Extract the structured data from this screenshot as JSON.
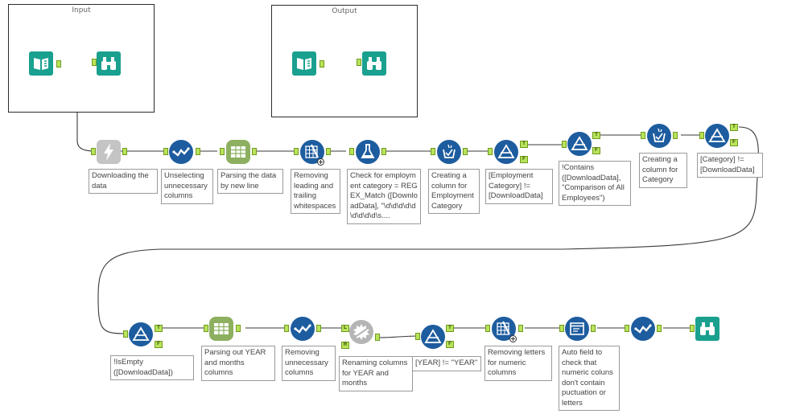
{
  "containers": {
    "input": {
      "title": "Input"
    },
    "output": {
      "title": "Output"
    }
  },
  "tools": {
    "input_data_1": {
      "icon": "book-icon",
      "color": "#1aa08f"
    },
    "browse_1": {
      "icon": "binoculars-icon",
      "color": "#1aa08f"
    },
    "input_data_2": {
      "icon": "book-icon",
      "color": "#1aa08f"
    },
    "browse_2": {
      "icon": "binoculars-icon",
      "color": "#1aa08f"
    },
    "download": {
      "icon": "lightning-icon",
      "color": "#b5b5b5"
    },
    "select_1": {
      "icon": "checkmark-icon",
      "color": "#1d5c9e"
    },
    "text_to_columns_1": {
      "icon": "table-split-icon",
      "color": "#8db060"
    },
    "data_cleansing_1": {
      "icon": "grid-brush-icon",
      "color": "#1d5c9e"
    },
    "formula_1": {
      "icon": "flask-icon",
      "color": "#1d5c9e"
    },
    "multi_field_formula_1": {
      "icon": "formula-cup-icon",
      "color": "#1d5c9e"
    },
    "filter_1": {
      "icon": "filter-triangle-icon",
      "color": "#1d5c9e"
    },
    "filter_2": {
      "icon": "filter-triangle-icon",
      "color": "#1d5c9e"
    },
    "multi_field_formula_2": {
      "icon": "formula-cup-icon",
      "color": "#1d5c9e"
    },
    "filter_3": {
      "icon": "filter-triangle-icon",
      "color": "#1d5c9e"
    },
    "filter_4": {
      "icon": "filter-triangle-icon",
      "color": "#1d5c9e"
    },
    "text_to_columns_2": {
      "icon": "table-split-icon",
      "color": "#8db060"
    },
    "select_2": {
      "icon": "checkmark-icon",
      "color": "#1d5c9e"
    },
    "dynamic_rename": {
      "icon": "gear-saw-icon",
      "color": "#b5b5b5"
    },
    "filter_5": {
      "icon": "filter-triangle-icon",
      "color": "#1d5c9e"
    },
    "data_cleansing_2": {
      "icon": "grid-brush-icon",
      "color": "#1d5c9e"
    },
    "auto_field": {
      "icon": "window-icon",
      "color": "#1d5c9e"
    },
    "select_3": {
      "icon": "checkmark-icon",
      "color": "#1d5c9e"
    },
    "browse_3": {
      "icon": "binoculars-icon",
      "color": "#1aa08f"
    }
  },
  "anchor_labels": {
    "true": "T",
    "false": "F",
    "left": "L",
    "right": "R"
  },
  "annotations": {
    "download": "Downloading the data",
    "select_1": "Unselecting unnecessary columns",
    "text_to_columns_1": "Parsing the data by new line",
    "data_cleansing_1": "Removing leading and trailing whitespaces",
    "formula_1": "Check for employment category = REGEX_Match ([DownloadData], \"\\d\\d\\d\\d\\d\\d\\d\\d\\d\\s....",
    "multi_field_formula_1": "Creating a column for Employment Category",
    "filter_1": "[Employment Category] != [DownloadData]",
    "filter_2": "!Contains ([DownloadData], \"Comparison of All Employees\")",
    "multi_field_formula_2": "Creating a column for Category",
    "filter_3": "[Category] != [DownloadData]",
    "filter_4": "!IsEmpty ([DownloadData])",
    "text_to_columns_2": "Parsing out YEAR and months columns",
    "select_2": "Removing unnecessary columns",
    "dynamic_rename": "Renaming columns for YEAR and months",
    "filter_5": "[YEAR] != \"YEAR\"",
    "data_cleansing_2": "Removing letters for numeric columns",
    "auto_field": "Auto field to check that numeric coluns don't contain puctuation or letters"
  }
}
